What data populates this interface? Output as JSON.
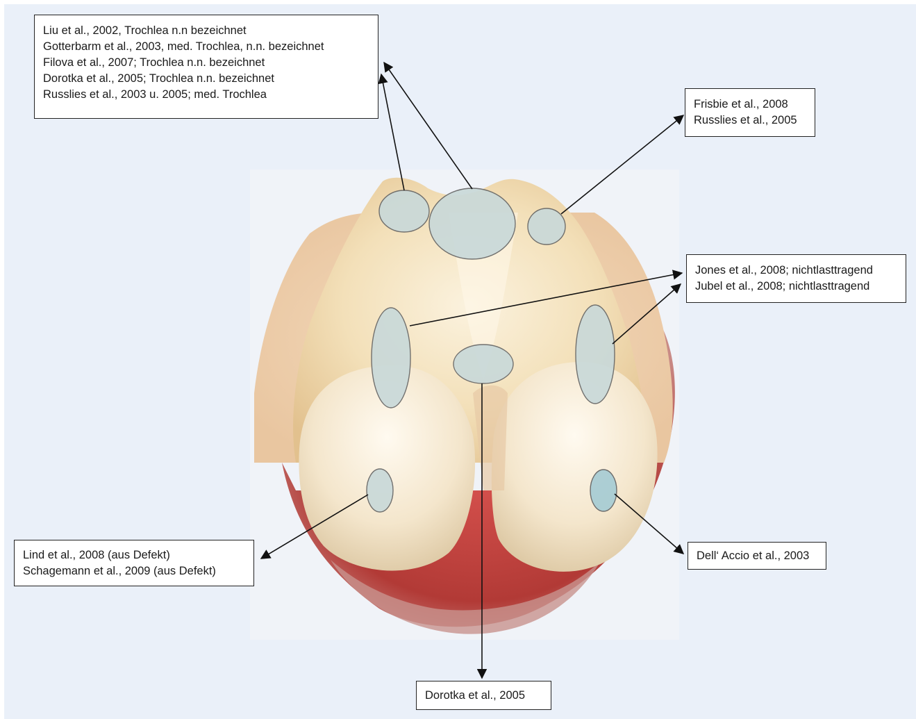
{
  "labels": {
    "top_left": [
      "Liu et al., 2002, Trochlea n.n bezeichnet",
      "Gotterbarm et al., 2003, med. Trochlea, n.n. bezeichnet",
      "Filova et al., 2007; Trochlea n.n. bezeichnet",
      "Dorotka et al., 2005; Trochlea n.n. bezeichnet",
      "Russlies et al., 2003 u. 2005; med. Trochlea"
    ],
    "top_right": [
      "Frisbie et al., 2008",
      "Russlies et al., 2005"
    ],
    "mid_right": [
      "Jones et al., 2008; nichtlasttragend",
      "Jubel et al., 2008; nichtlasttragend"
    ],
    "bottom_left": [
      "Lind et al., 2008 (aus Defekt)",
      "Schagemann et al., 2009 (aus Defekt)"
    ],
    "bottom_right": [
      "Dell‘ Accio et al., 2003"
    ],
    "bottom_center": [
      "Dorotka et al., 2005"
    ]
  },
  "colors": {
    "background": "#eaf0f9",
    "marker_fill": "#c9d9d9",
    "marker_fill_highlight": "#a9cdd4",
    "arrow": "#111111"
  }
}
